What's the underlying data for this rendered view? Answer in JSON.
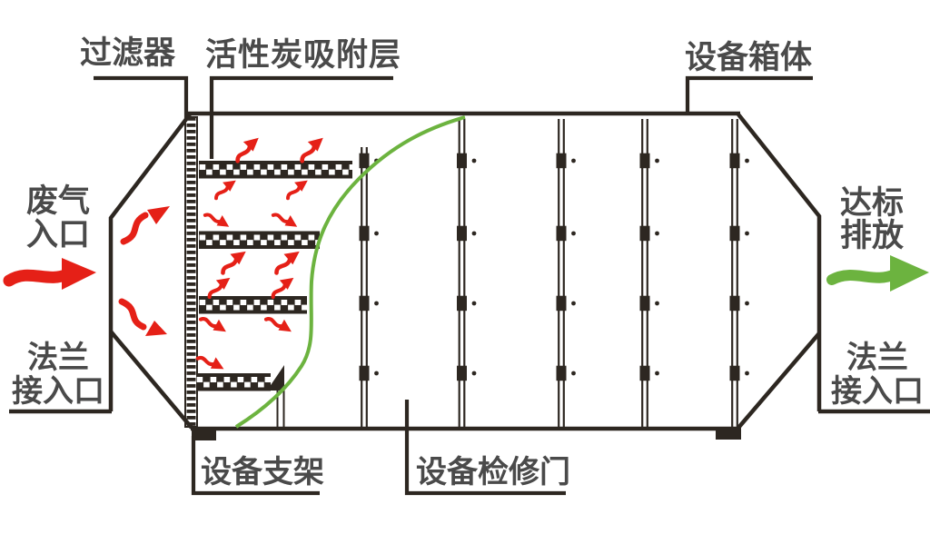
{
  "diagram": {
    "type": "equipment-schematic",
    "subject": "activated-carbon-adsorption-unit",
    "labels": {
      "filter": "过滤器",
      "carbon_layer": "活性炭吸附层",
      "equipment_box": "设备箱体",
      "inlet": [
        "废气",
        "入口"
      ],
      "flange_left": [
        "法兰",
        "接入口"
      ],
      "outlet": [
        "达标",
        "排放"
      ],
      "flange_right": [
        "法兰",
        "接入口"
      ],
      "support": "设备支架",
      "access_door": "设备检修门"
    },
    "colors": {
      "line": "#2d2721",
      "text": "#4a4a4a",
      "red": "#e52017",
      "green": "#6cb33f",
      "bg": "#ffffff"
    }
  }
}
